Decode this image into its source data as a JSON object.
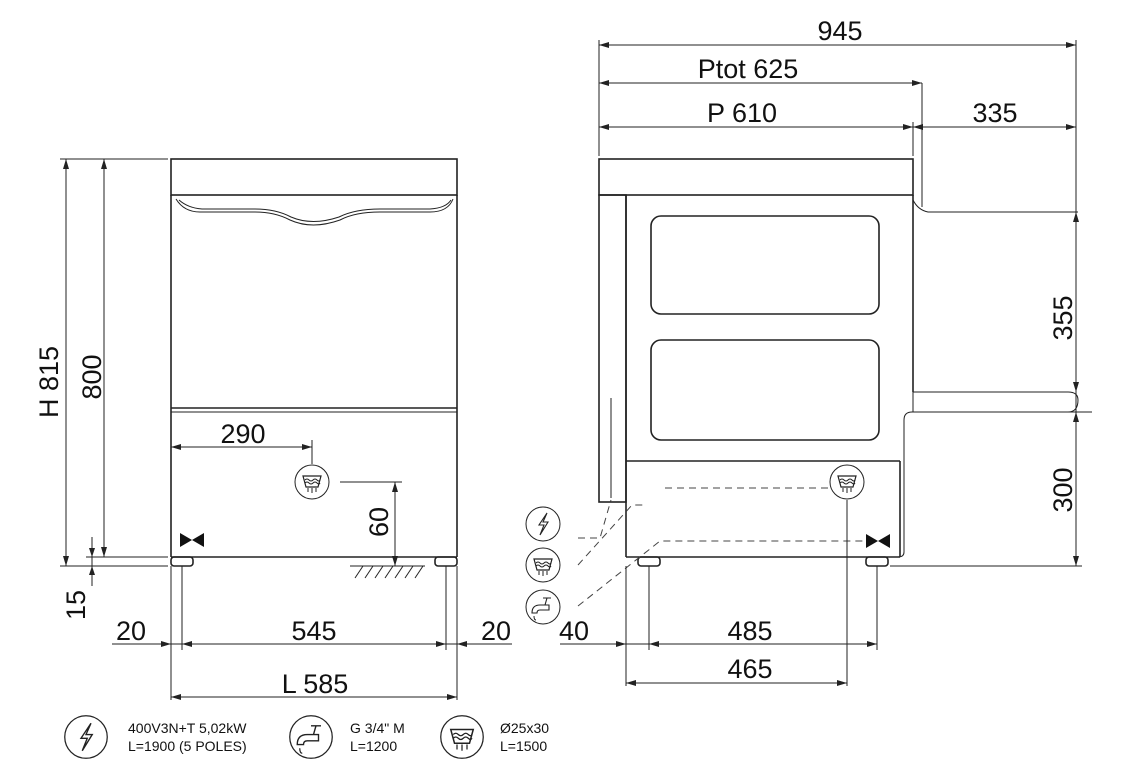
{
  "front_view": {
    "height_total": "H 815",
    "height_body": "800",
    "foot_height": "15",
    "width_total": "L 585",
    "width_inner": "545",
    "side_left": "20",
    "side_right": "20",
    "drain_offset": "290",
    "drain_height": "60"
  },
  "side_view": {
    "depth_overall": "945",
    "depth_total": "Ptot 625",
    "depth_body": "P 610",
    "door_open": "335",
    "upper_height": "355",
    "lower_height": "300",
    "foot_offset": "40",
    "foot_span": "485",
    "base_depth": "465"
  },
  "legend": [
    {
      "icon": "electric-icon",
      "line1": "400V3N+T 5,02kW",
      "line2": "L=1900 (5 POLES)"
    },
    {
      "icon": "water-inlet-icon",
      "line1": "G 3/4\" M",
      "line2": "L=1200"
    },
    {
      "icon": "drain-icon",
      "line1": "Ø25x30",
      "line2": "L=1500"
    }
  ]
}
